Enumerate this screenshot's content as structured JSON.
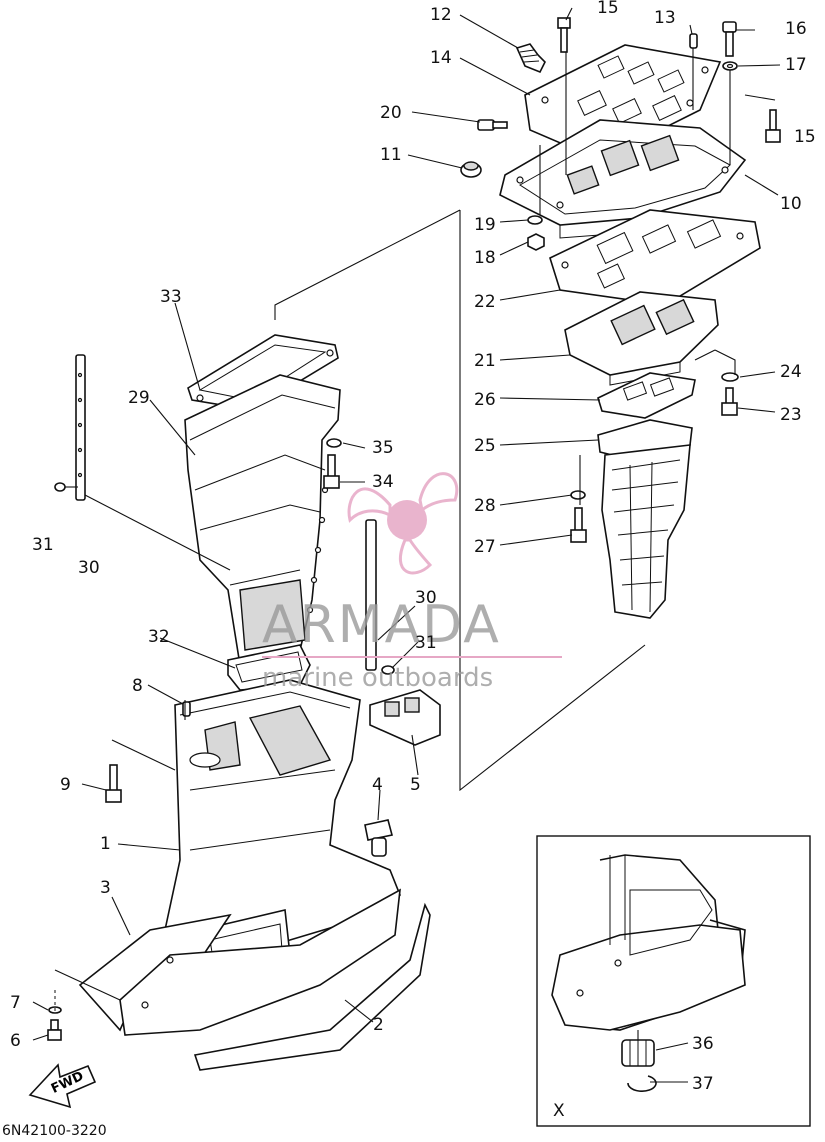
{
  "diagram_code": "6N42100-3220",
  "inset_label": "X",
  "fwd_label": "FWD",
  "watermark": {
    "brand": "ARMADA",
    "tagline": "marine outboards",
    "color": "#e6a7c5",
    "text_color": "#9a9a9a"
  },
  "callouts": {
    "c1": "1",
    "c2": "2",
    "c3": "3",
    "c4": "4",
    "c5": "5",
    "c6": "6",
    "c7": "7",
    "c8": "8",
    "c9": "9",
    "c10": "10",
    "c11": "11",
    "c12": "12",
    "c13": "13",
    "c14": "14",
    "c15a": "15",
    "c15b": "15",
    "c16": "16",
    "c17": "17",
    "c18": "18",
    "c19": "19",
    "c20": "20",
    "c21": "21",
    "c22": "22",
    "c23": "23",
    "c24": "24",
    "c25": "25",
    "c26": "26",
    "c27": "27",
    "c28": "28",
    "c29": "29",
    "c30a": "30",
    "c30b": "30",
    "c31a": "31",
    "c31b": "31",
    "c32": "32",
    "c33": "33",
    "c34": "34",
    "c35": "35",
    "c36": "36",
    "c37": "37"
  }
}
